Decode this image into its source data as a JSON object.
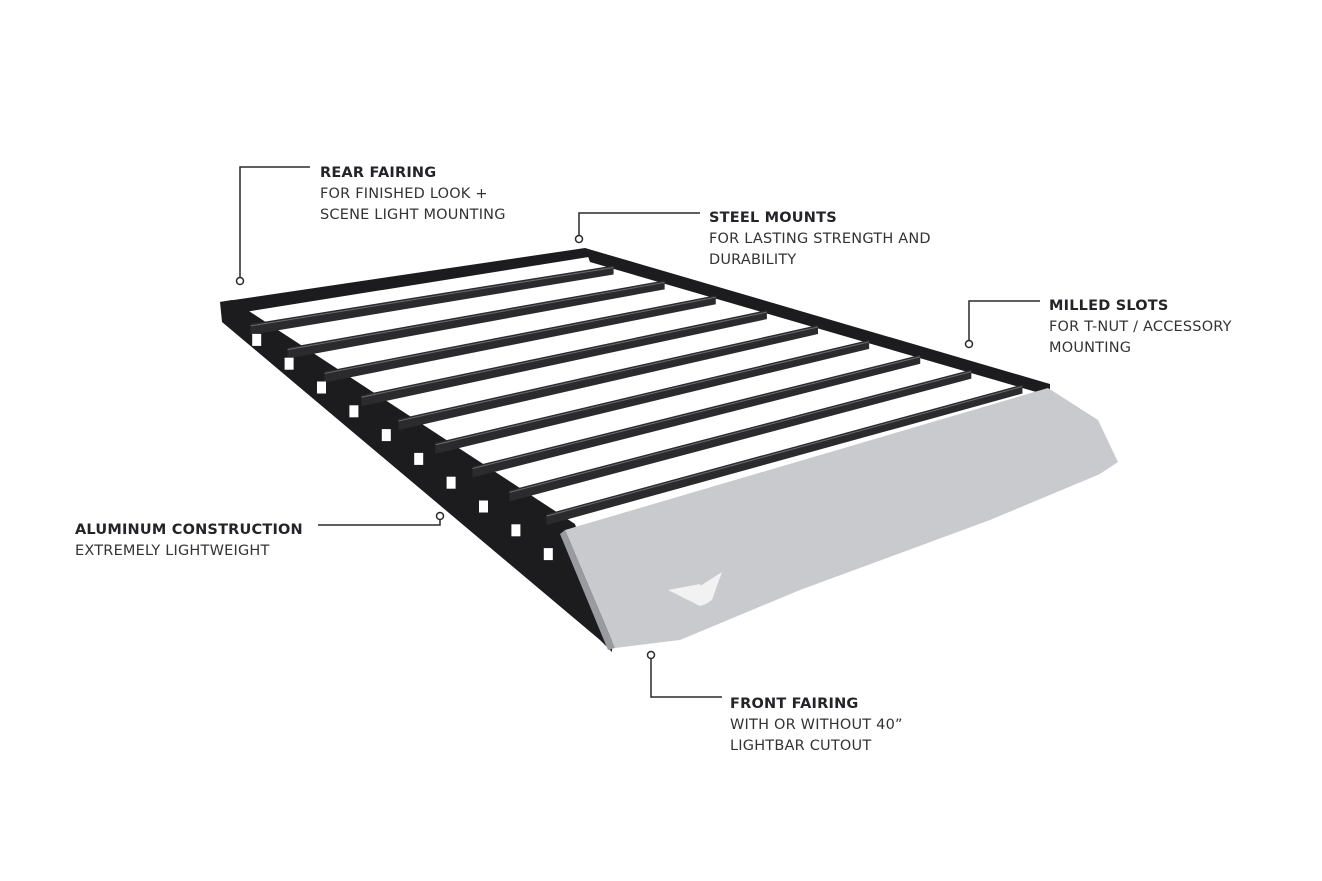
{
  "callouts": {
    "rear_fairing": {
      "title": "REAR FAIRING",
      "lines": [
        "FOR FINISHED LOOK +",
        "SCENE LIGHT MOUNTING"
      ]
    },
    "steel_mounts": {
      "title": "STEEL MOUNTS",
      "lines": [
        "FOR LASTING STRENGTH AND",
        "DURABILITY"
      ]
    },
    "milled_slots": {
      "title": "MILLED SLOTS",
      "lines": [
        "FOR T-NUT / ACCESSORY",
        "MOUNTING"
      ]
    },
    "aluminum_construction": {
      "title": "ALUMINUM CONSTRUCTION",
      "lines": [
        "EXTREMELY LIGHTWEIGHT"
      ]
    },
    "front_fairing": {
      "title": "FRONT FAIRING",
      "lines": [
        "WITH OR WITHOUT 40”",
        "LIGHTBAR CUTOUT"
      ]
    }
  },
  "colors": {
    "frame": "#1c1c1e",
    "bar": "#2b2b2e",
    "fairing": "#c9cacd",
    "line": "#2a2a2e"
  },
  "crossbar_count": 9
}
